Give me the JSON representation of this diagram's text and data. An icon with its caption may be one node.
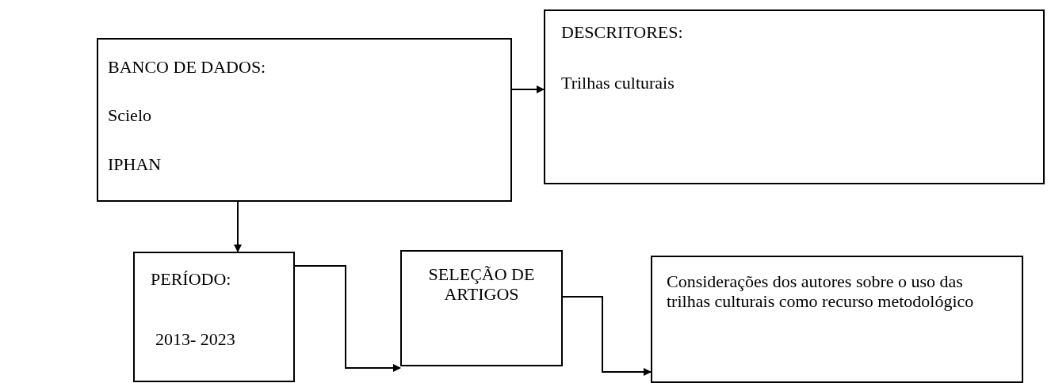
{
  "diagram": {
    "nodes": [
      {
        "text": [
          "BANCO DE DADOS:",
          "Scielo",
          "IPHAN"
        ]
      },
      {
        "text": [
          "DESCRITORES:",
          "Trilhas culturais"
        ]
      },
      {
        "text": [
          "PERÍODO:",
          "2013- 2023"
        ]
      },
      {
        "text": [
          "SELEÇÃO DE ARTIGOS"
        ]
      },
      {
        "text": [
          "Considerações dos autores sobre o uso das trilhas culturais como recurso metodológico"
        ]
      }
    ],
    "edges": [
      {
        "from": 0,
        "to": 1,
        "arrow": "to"
      },
      {
        "from": 0,
        "to": 2,
        "arrow": "to"
      },
      {
        "from": 2,
        "to": 3,
        "arrow": "to"
      },
      {
        "from": 3,
        "to": 4,
        "arrow": "to"
      }
    ]
  }
}
